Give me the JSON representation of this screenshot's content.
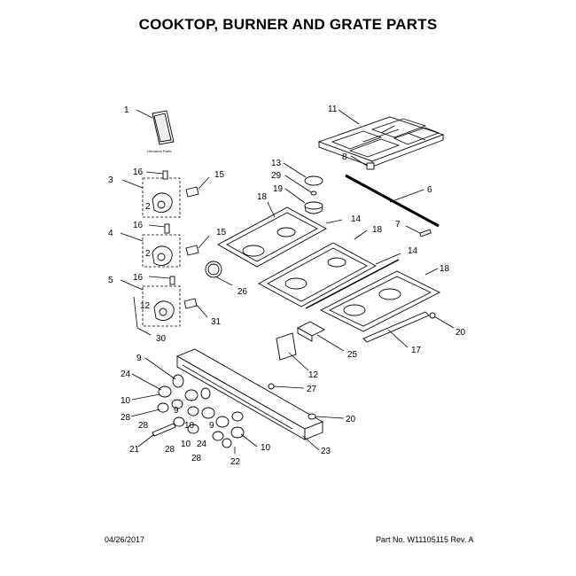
{
  "title": "COOKTOP, BURNER AND GRATE PARTS",
  "footer": {
    "date": "04/26/2017",
    "part_info": "Part No. W11105115  Rev. A"
  },
  "literature_parts_label": "Literature Parts",
  "callouts": [
    "1",
    "11",
    "8",
    "16",
    "15",
    "3",
    "2",
    "13",
    "29",
    "19",
    "18",
    "14",
    "6",
    "16",
    "4",
    "2",
    "15",
    "7",
    "18",
    "14",
    "26",
    "18",
    "16",
    "5",
    "12",
    "31",
    "30",
    "20",
    "25",
    "17",
    "12",
    "9",
    "24",
    "10",
    "27",
    "28",
    "9",
    "28",
    "20",
    "10",
    "9",
    "24",
    "21",
    "28",
    "10",
    "28",
    "22",
    "23"
  ]
}
